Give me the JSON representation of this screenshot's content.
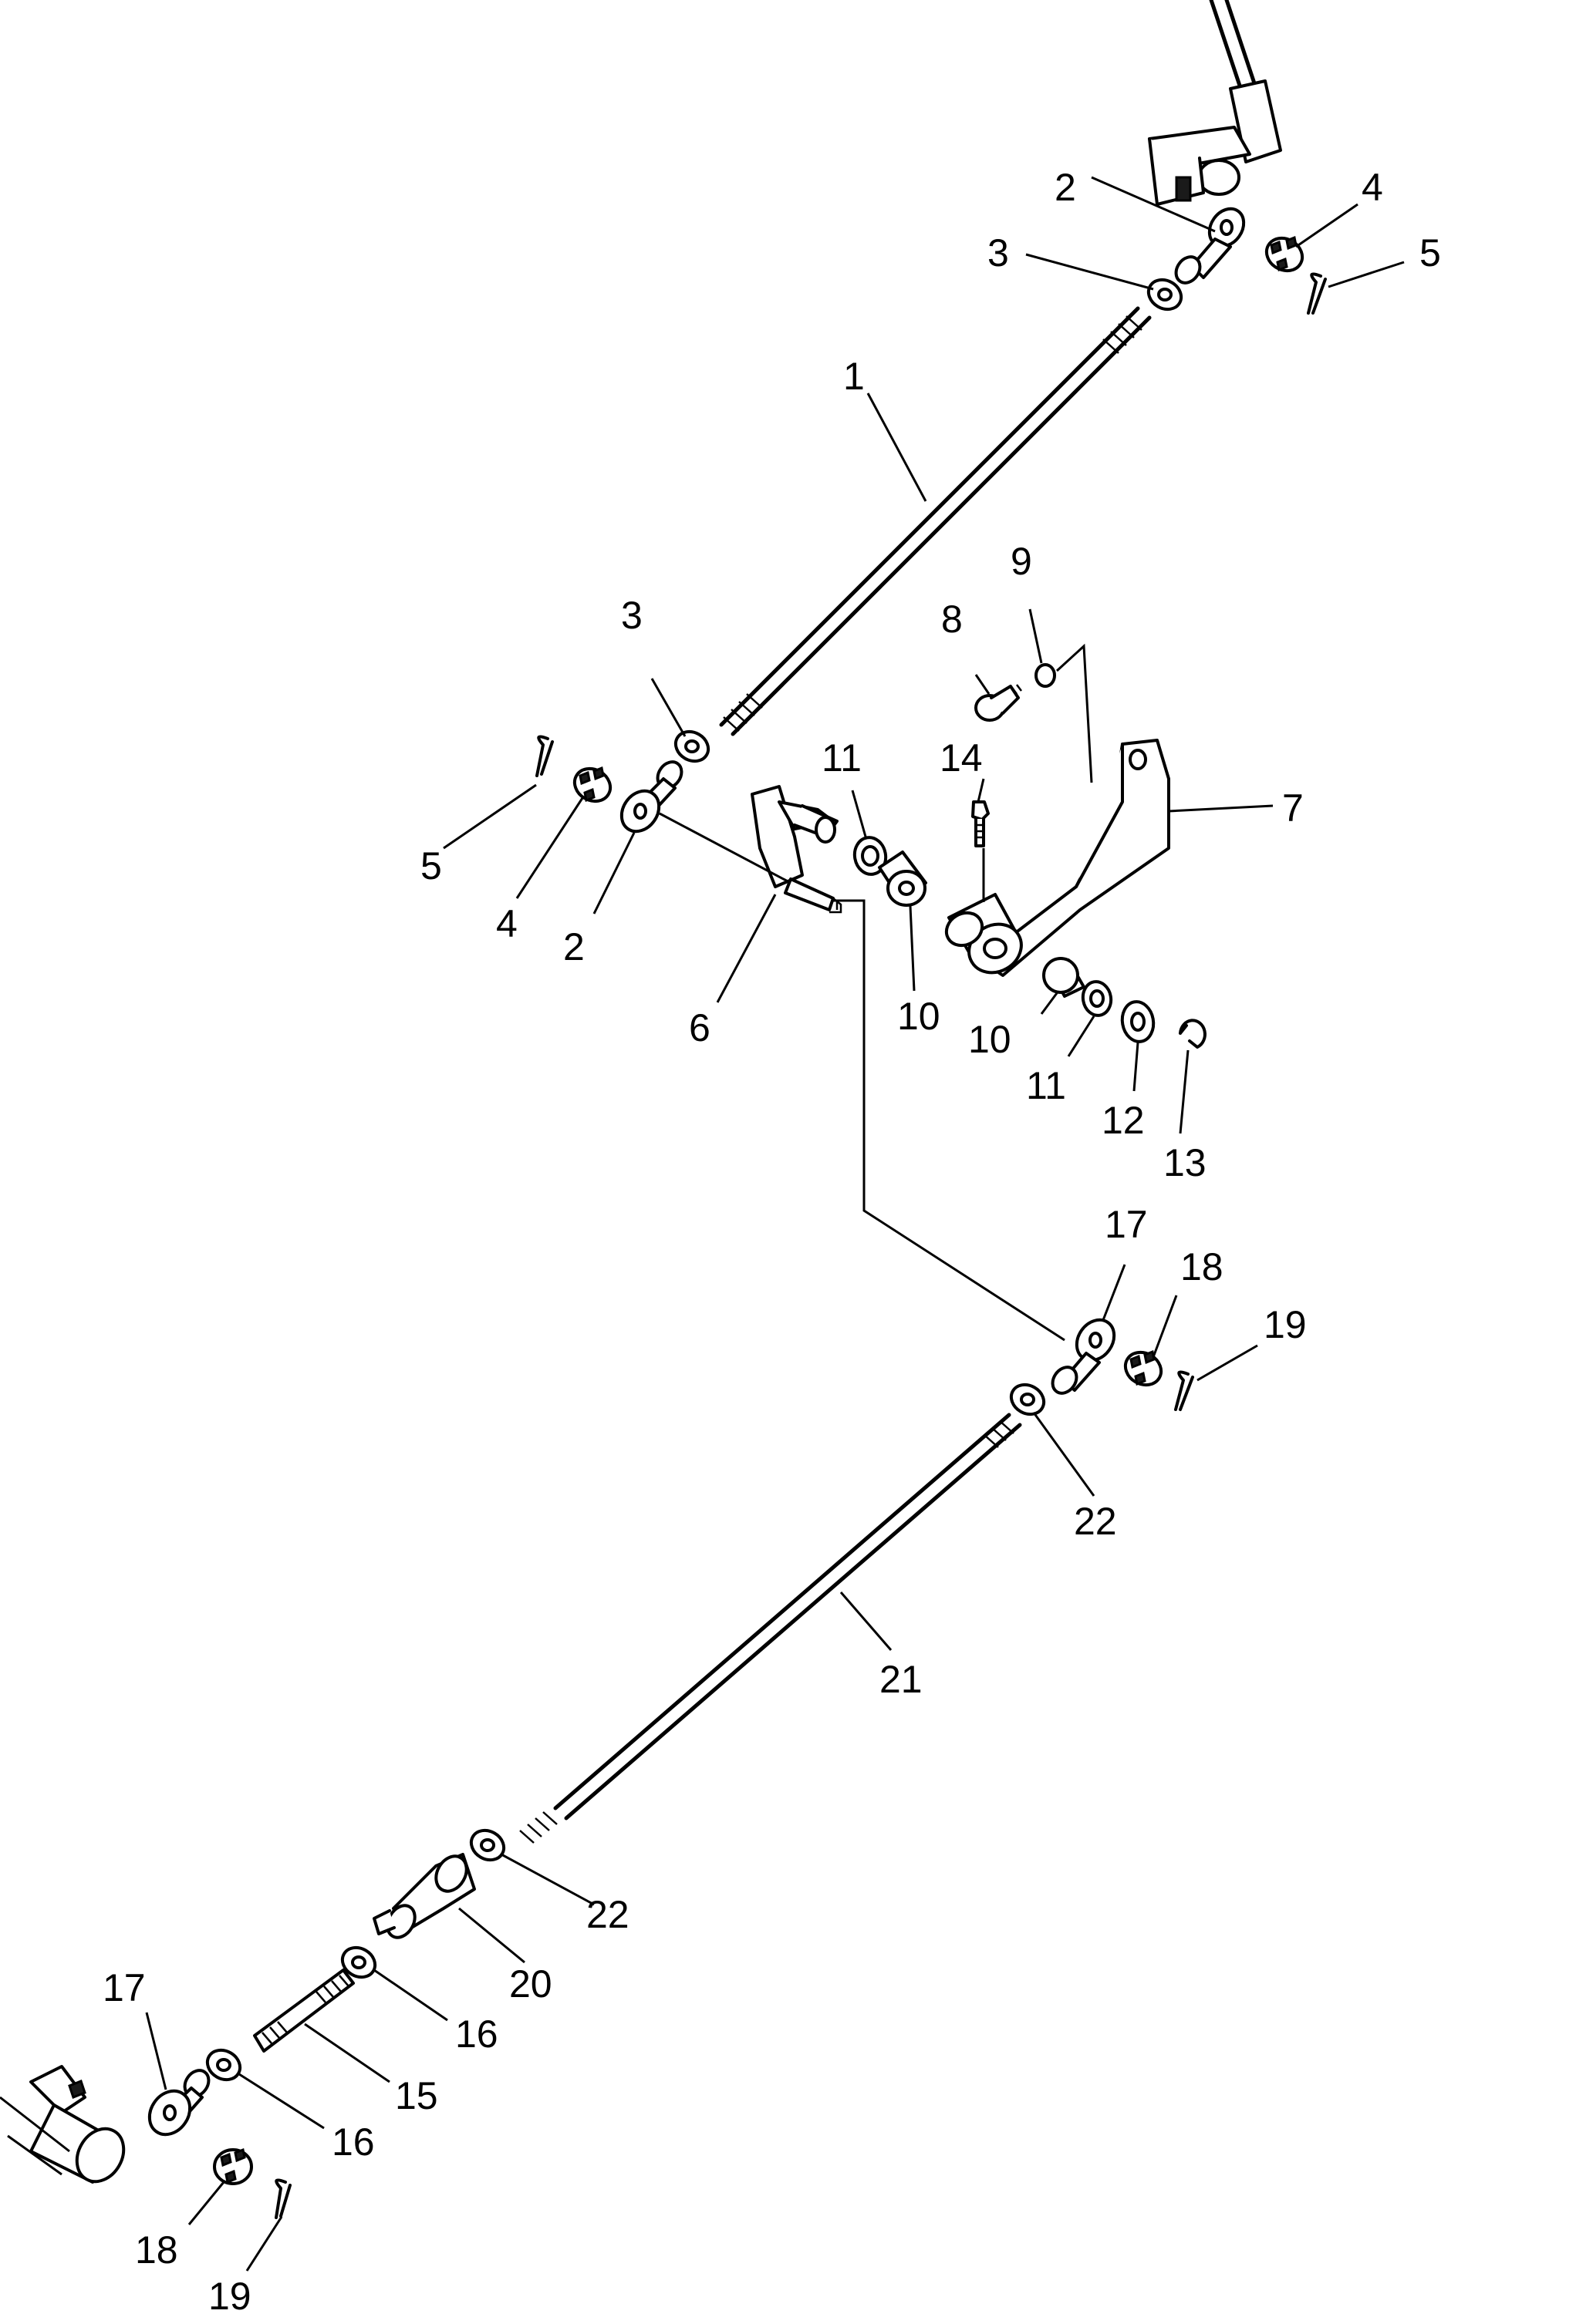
{
  "callouts": {
    "c1": "1",
    "c2_top": "2",
    "c2_left": "2",
    "c3_top": "3",
    "c3_left": "3",
    "c4_top": "4",
    "c4_left": "4",
    "c5_top": "5",
    "c5_left": "5",
    "c6": "6",
    "c7": "7",
    "c8": "8",
    "c9": "9",
    "c10_a": "10",
    "c10_b": "10",
    "c11_a": "11",
    "c11_b": "11",
    "c12": "12",
    "c13": "13",
    "c14": "14",
    "c15": "15",
    "c16_a": "16",
    "c16_b": "16",
    "c17_top": "17",
    "c17_bottom": "17",
    "c18_top": "18",
    "c18_bottom": "18",
    "c19_top": "19",
    "c19_bottom": "19",
    "c20": "20",
    "c21": "21",
    "c22_a": "22",
    "c22_b": "22"
  }
}
